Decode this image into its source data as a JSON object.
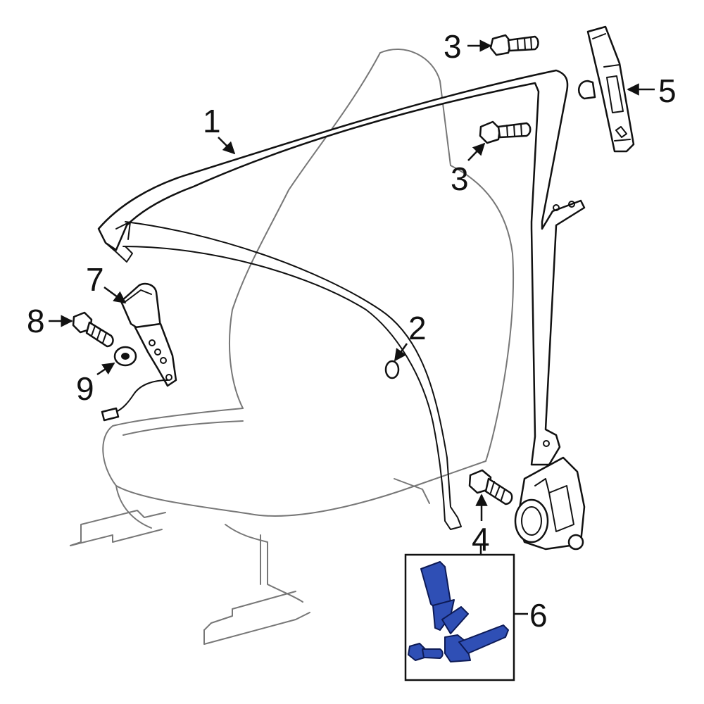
{
  "callouts": {
    "c1": "1",
    "c2": "2",
    "c3a": "3",
    "c3b": "3",
    "c4": "4",
    "c5": "5",
    "c6": "6",
    "c7": "7",
    "c8": "8",
    "c9": "9"
  },
  "colors": {
    "highlight": "#2f4fb5",
    "line": "#111111",
    "seat": "#777777"
  }
}
